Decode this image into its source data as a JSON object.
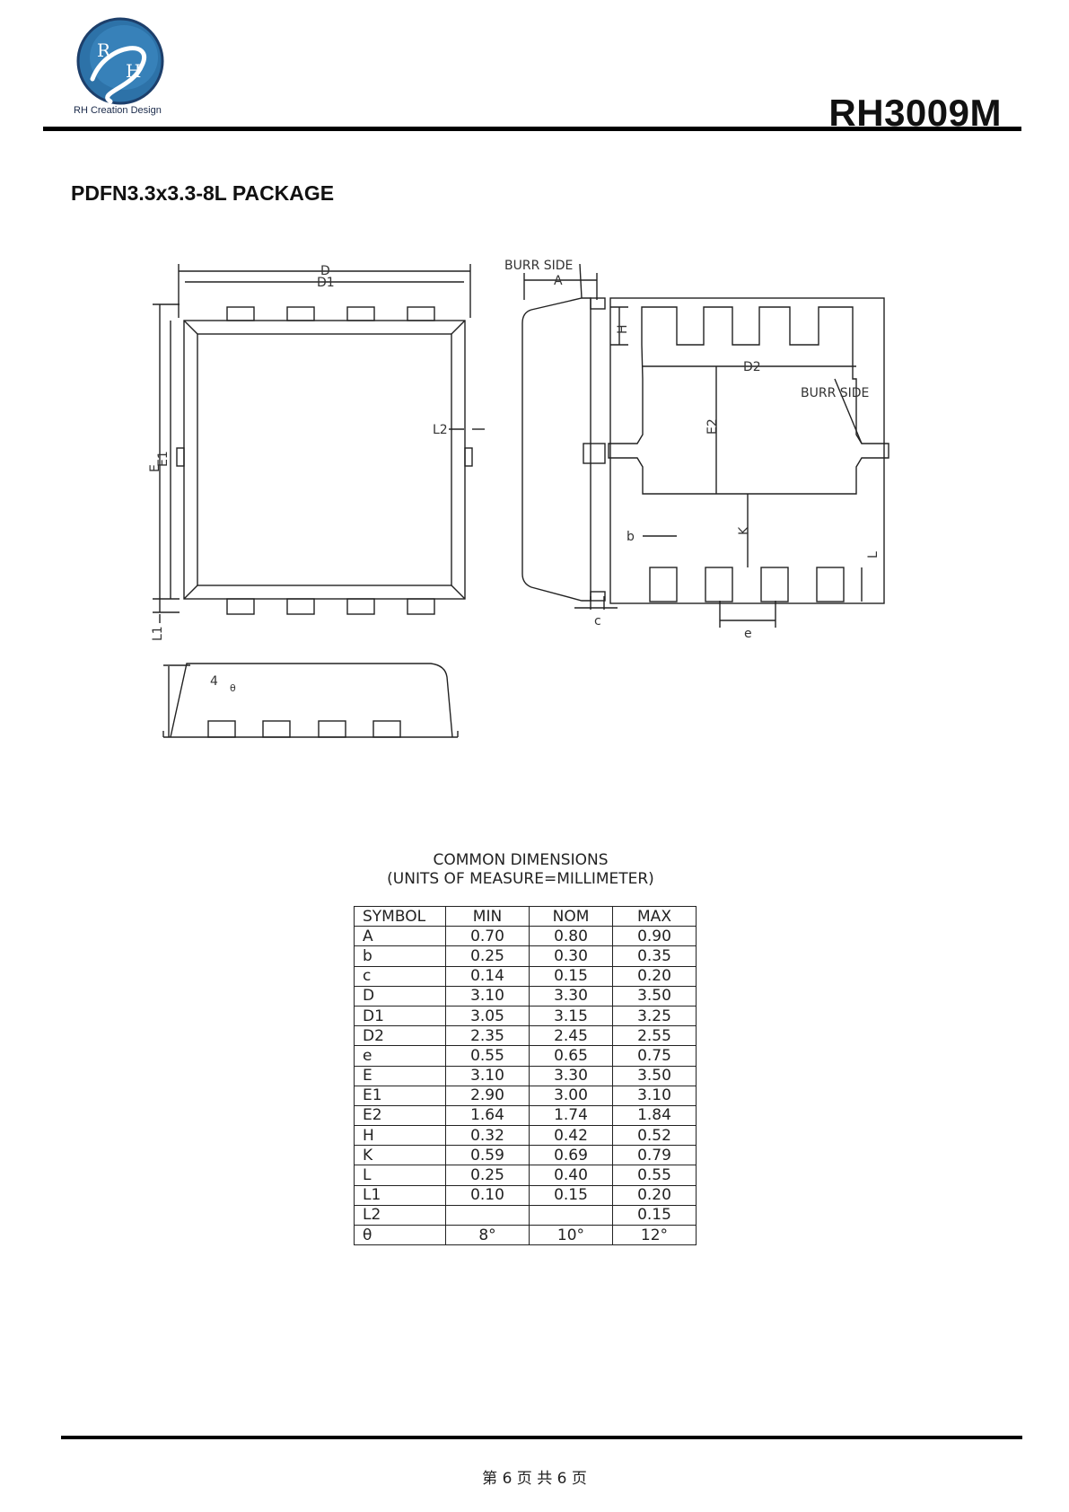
{
  "header": {
    "logo_letters": [
      "R",
      "H"
    ],
    "logo_text": "RH Creation Design",
    "part_number": "RH3009M"
  },
  "package_title": "PDFN3.3x3.3-8L PACKAGE",
  "drawing_labels": {
    "D": "D",
    "D1": "D1",
    "E": "E",
    "E1": "E1",
    "L1": "L1",
    "L2": "L2",
    "burr_side": "BURR SIDE",
    "A": "A",
    "c": "c",
    "H": "H",
    "D2": "D2",
    "E2": "E2",
    "K": "K",
    "b": "b",
    "L": "L",
    "e": "e",
    "angle": "4",
    "theta": "θ"
  },
  "table": {
    "caption_line1": "COMMON DIMENSIONS",
    "caption_line2": "(UNITS OF MEASURE=MILLIMETER)",
    "headers": [
      "SYMBOL",
      "MIN",
      "NOM",
      "MAX"
    ],
    "rows": [
      [
        "A",
        "0.70",
        "0.80",
        "0.90"
      ],
      [
        "b",
        "0.25",
        "0.30",
        "0.35"
      ],
      [
        "c",
        "0.14",
        "0.15",
        "0.20"
      ],
      [
        "D",
        "3.10",
        "3.30",
        "3.50"
      ],
      [
        "D1",
        "3.05",
        "3.15",
        "3.25"
      ],
      [
        "D2",
        "2.35",
        "2.45",
        "2.55"
      ],
      [
        "e",
        "0.55",
        "0.65",
        "0.75"
      ],
      [
        "E",
        "3.10",
        "3.30",
        "3.50"
      ],
      [
        "E1",
        "2.90",
        "3.00",
        "3.10"
      ],
      [
        "E2",
        "1.64",
        "1.74",
        "1.84"
      ],
      [
        "H",
        "0.32",
        "0.42",
        "0.52"
      ],
      [
        "K",
        "0.59",
        "0.69",
        "0.79"
      ],
      [
        "L",
        "0.25",
        "0.40",
        "0.55"
      ],
      [
        "L1",
        "0.10",
        "0.15",
        "0.20"
      ],
      [
        "L2",
        "",
        "",
        "0.15"
      ],
      [
        "θ",
        "8°",
        "10°",
        "12°"
      ]
    ]
  },
  "footer": {
    "page_text": "第 6 页 共 6 页"
  }
}
